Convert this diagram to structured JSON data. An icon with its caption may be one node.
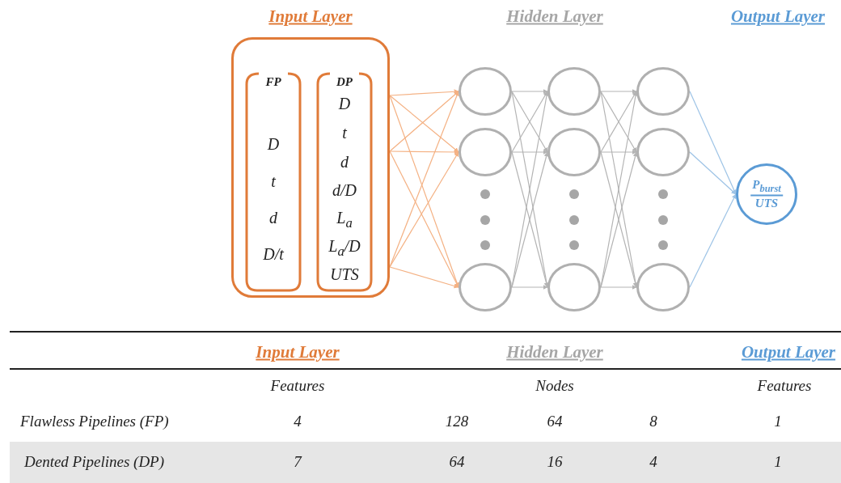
{
  "diagram": {
    "nodes": [
      {
        "text": [
          "Input Layer"
        ]
      },
      {
        "text": [
          "FP",
          "D",
          "t",
          "d",
          "D/t"
        ],
        "in": 0
      },
      {
        "text": [
          "DP",
          "D",
          "t",
          "d",
          "d/D",
          "L$_{a}$",
          "L$_{a}$/D",
          "UTS"
        ],
        "in": 0
      },
      {
        "text": [],
        "shape": "circle"
      },
      {
        "text": [],
        "shape": "circle"
      },
      {
        "text": [],
        "shape": "circle"
      },
      {
        "text": [],
        "shape": "circle"
      },
      {
        "text": [],
        "shape": "circle"
      },
      {
        "text": [],
        "shape": "circle"
      },
      {
        "text": [],
        "shape": "circle"
      },
      {
        "text": [],
        "shape": "circle"
      },
      {
        "text": [],
        "shape": "circle"
      },
      {
        "text": [
          "P$_{burst}$",
          "UTS"
        ]
      }
    ],
    "edges": [
      {
        "from": 0,
        "to": 3,
        "arrow": "to",
        "color": "#f4b183"
      },
      {
        "from": 0,
        "to": 4,
        "arrow": "to",
        "color": "#f4b183"
      },
      {
        "from": 0,
        "to": 5,
        "arrow": "to",
        "color": "#f4b183"
      },
      {
        "from": 0,
        "to": 3,
        "arrow": "to",
        "color": "#f4b183"
      },
      {
        "from": 0,
        "to": 4,
        "arrow": "to",
        "color": "#f4b183"
      },
      {
        "from": 0,
        "to": 5,
        "arrow": "to",
        "color": "#f4b183"
      },
      {
        "from": 0,
        "to": 3,
        "arrow": "to",
        "color": "#f4b183"
      },
      {
        "from": 0,
        "to": 4,
        "arrow": "to",
        "color": "#f4b183"
      },
      {
        "from": 0,
        "to": 5,
        "arrow": "to",
        "color": "#f4b183"
      },
      {
        "from": 3,
        "to": 6,
        "arrow": "to"
      },
      {
        "from": 3,
        "to": 7,
        "arrow": "to"
      },
      {
        "from": 3,
        "to": 8,
        "arrow": "to"
      },
      {
        "from": 4,
        "to": 6,
        "arrow": "to"
      },
      {
        "from": 4,
        "to": 7,
        "arrow": "to"
      },
      {
        "from": 4,
        "to": 8,
        "arrow": "to"
      },
      {
        "from": 5,
        "to": 6,
        "arrow": "to"
      },
      {
        "from": 5,
        "to": 7,
        "arrow": "to"
      },
      {
        "from": 5,
        "to": 8,
        "arrow": "to"
      },
      {
        "from": 6,
        "to": 9,
        "arrow": "to"
      },
      {
        "from": 6,
        "to": 10,
        "arrow": "to"
      },
      {
        "from": 6,
        "to": 11,
        "arrow": "to"
      },
      {
        "from": 7,
        "to": 9,
        "arrow": "to"
      },
      {
        "from": 7,
        "to": 10,
        "arrow": "to"
      },
      {
        "from": 7,
        "to": 11,
        "arrow": "to"
      },
      {
        "from": 8,
        "to": 9,
        "arrow": "to"
      },
      {
        "from": 8,
        "to": 10,
        "arrow": "to"
      },
      {
        "from": 8,
        "to": 11,
        "arrow": "to"
      },
      {
        "from": 9,
        "to": 12,
        "arrow": "to",
        "color": "#9dc3e6"
      },
      {
        "from": 10,
        "to": 12,
        "arrow": "to",
        "color": "#9dc3e6"
      },
      {
        "from": 11,
        "to": 12,
        "arrow": "to",
        "color": "#9dc3e6"
      }
    ],
    "labels": [
      "Hidden Layer",
      "Output Layer",
      "Input Layer",
      "Hidden Layer",
      "Output Layer",
      "Features",
      "Nodes",
      "Features",
      "Flawless Pipelines (FP)",
      "4",
      "128",
      "64",
      "8",
      "1",
      "Dented Pipelines (DP)",
      "7",
      "64",
      "16",
      "4",
      "1"
    ]
  }
}
